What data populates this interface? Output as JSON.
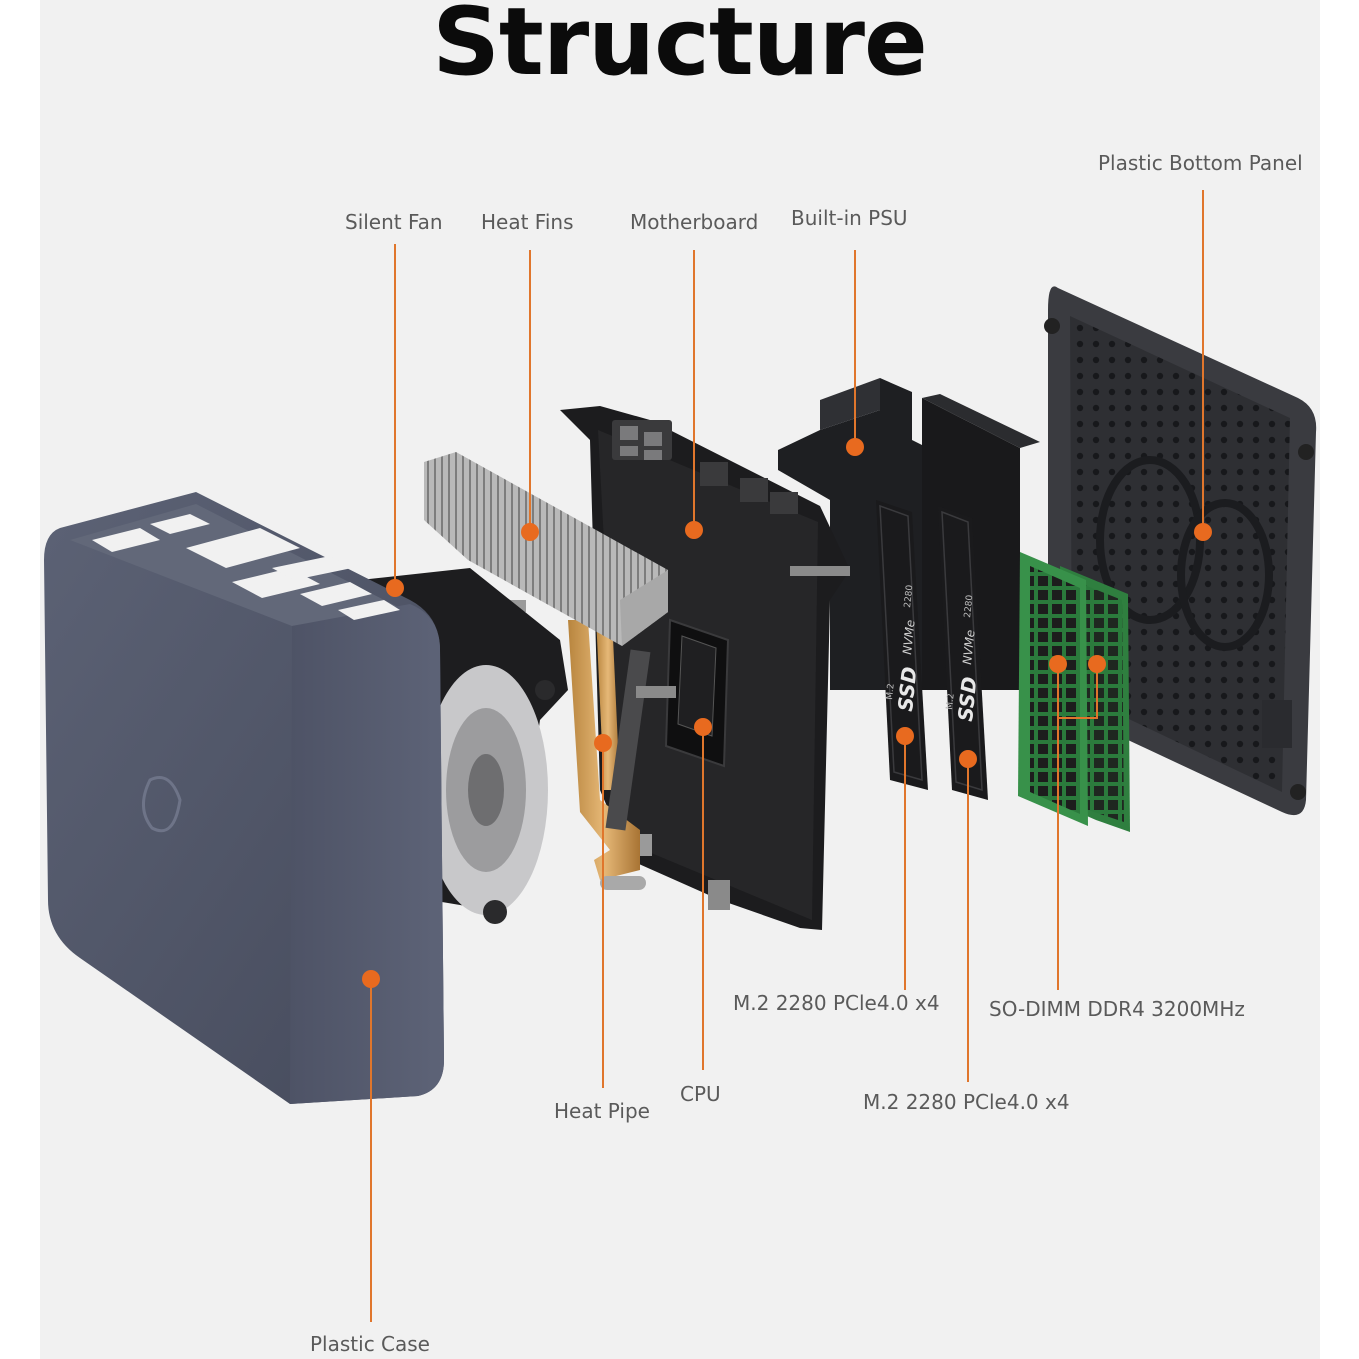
{
  "title": "Structure",
  "accent_color": "#e86a1f",
  "labels": {
    "silent_fan": "Silent Fan",
    "heat_fins": "Heat Fins",
    "motherboard": "Motherboard",
    "built_in_psu": "Built-in PSU",
    "plastic_bottom_panel": "Plastic Bottom Panel",
    "heat_pipe": "Heat Pipe",
    "cpu": "CPU",
    "m2_slot_1": "M.2 2280 PCle4.0 x4",
    "m2_slot_2": "M.2 2280 PCle4.0 x4",
    "so_dimm": "SO-DIMM DDR4 3200MHz",
    "plastic_case": "Plastic Case"
  },
  "ssd_marking": {
    "ssd": "SSD",
    "nvme": "NVMe",
    "m2": "M.2",
    "size": "2280"
  }
}
